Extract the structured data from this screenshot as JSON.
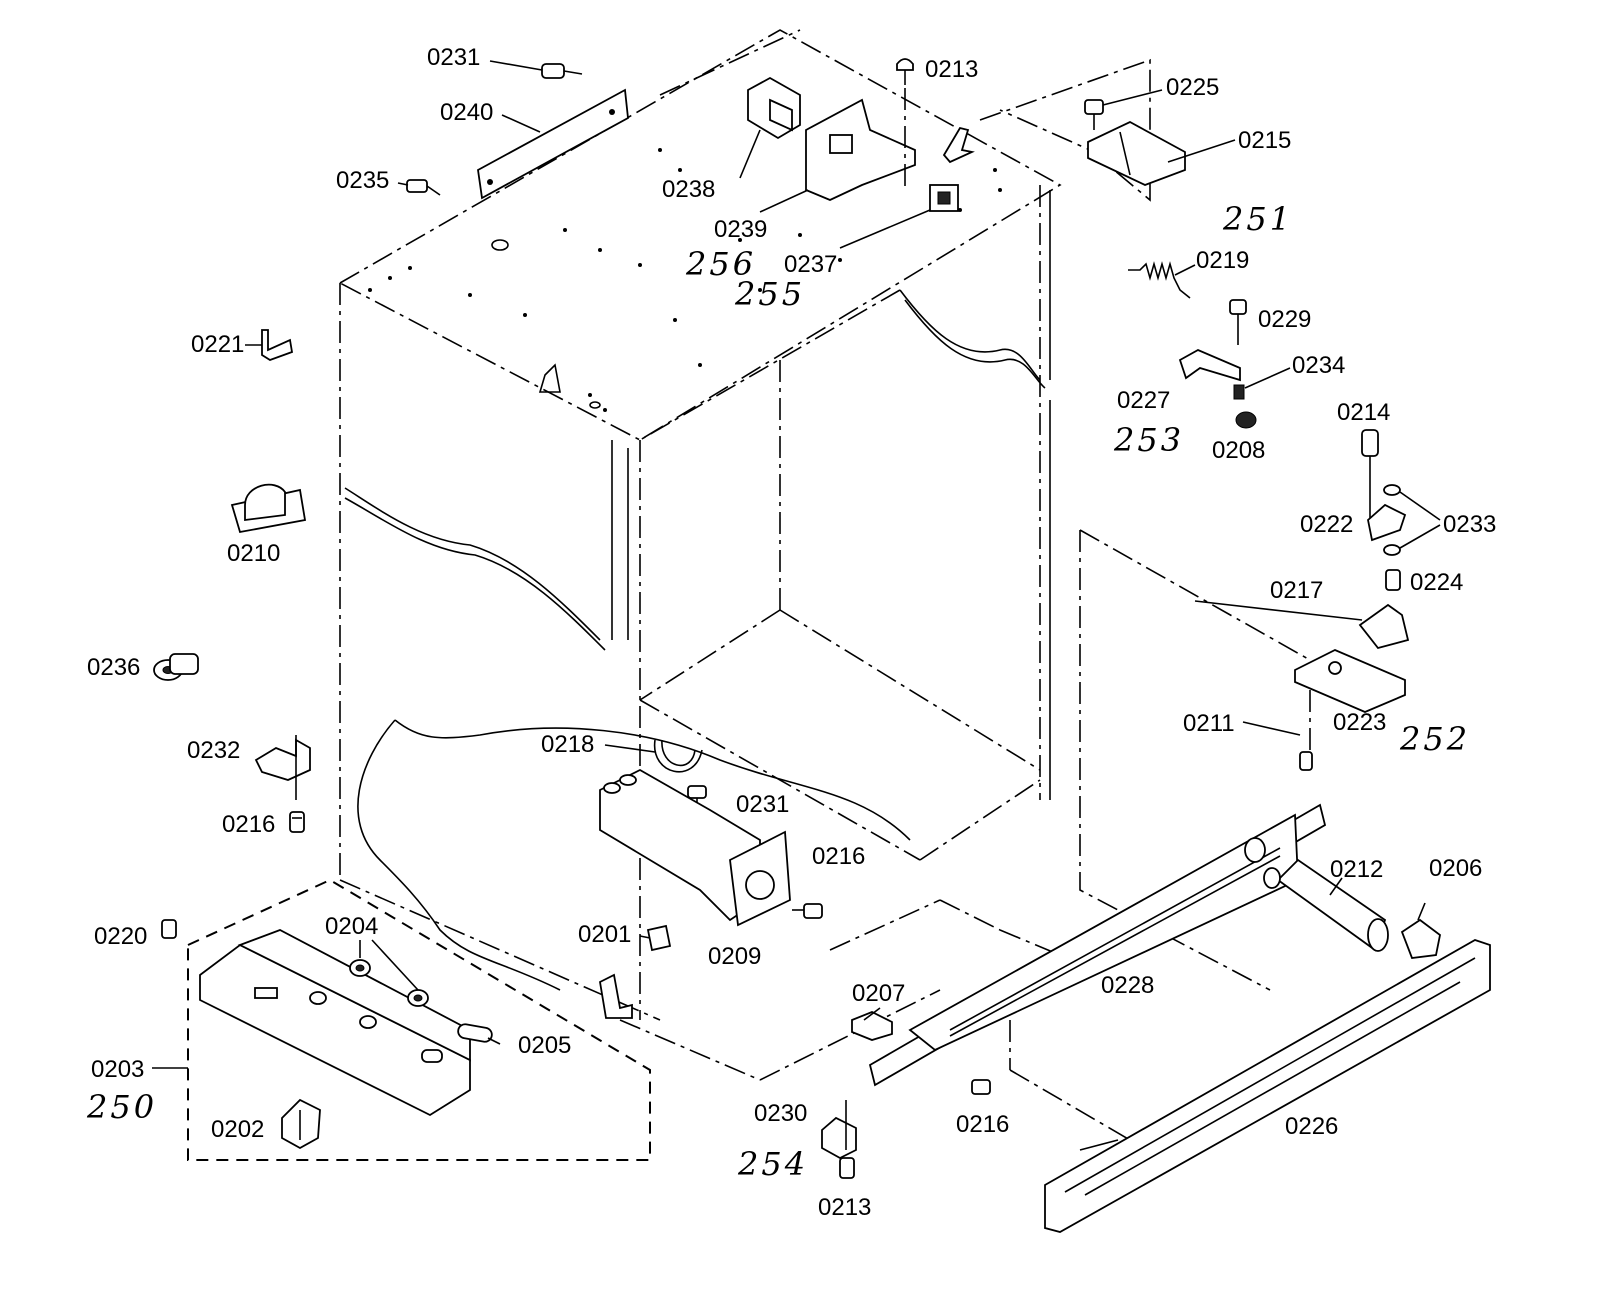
{
  "part_labels": [
    {
      "id": "p0231a",
      "text": "0231"
    },
    {
      "id": "p0240",
      "text": "0240"
    },
    {
      "id": "p0235",
      "text": "0235"
    },
    {
      "id": "p0213a",
      "text": "0213"
    },
    {
      "id": "p0225",
      "text": "0225"
    },
    {
      "id": "p0215",
      "text": "0215"
    },
    {
      "id": "p0238",
      "text": "0238"
    },
    {
      "id": "p0239",
      "text": "0239"
    },
    {
      "id": "p0237",
      "text": "0237"
    },
    {
      "id": "p0221",
      "text": "0221"
    },
    {
      "id": "p0219",
      "text": "0219"
    },
    {
      "id": "p0229",
      "text": "0229"
    },
    {
      "id": "p0234",
      "text": "0234"
    },
    {
      "id": "p0227",
      "text": "0227"
    },
    {
      "id": "p0208",
      "text": "0208"
    },
    {
      "id": "p0214",
      "text": "0214"
    },
    {
      "id": "p0222",
      "text": "0222"
    },
    {
      "id": "p0233",
      "text": "0233"
    },
    {
      "id": "p0224",
      "text": "0224"
    },
    {
      "id": "p0217",
      "text": "0217"
    },
    {
      "id": "p0210",
      "text": "0210"
    },
    {
      "id": "p0236",
      "text": "0236"
    },
    {
      "id": "p0223",
      "text": "0223"
    },
    {
      "id": "p0211",
      "text": "0211"
    },
    {
      "id": "p0218",
      "text": "0218"
    },
    {
      "id": "p0232",
      "text": "0232"
    },
    {
      "id": "p0231b",
      "text": "0231"
    },
    {
      "id": "p0216a",
      "text": "0216"
    },
    {
      "id": "p0216b",
      "text": "0216"
    },
    {
      "id": "p0220",
      "text": "0220"
    },
    {
      "id": "p0204",
      "text": "0204"
    },
    {
      "id": "p0201",
      "text": "0201"
    },
    {
      "id": "p0209",
      "text": "0209"
    },
    {
      "id": "p0212",
      "text": "0212"
    },
    {
      "id": "p0206",
      "text": "0206"
    },
    {
      "id": "p0228",
      "text": "0228"
    },
    {
      "id": "p0207",
      "text": "0207"
    },
    {
      "id": "p0205",
      "text": "0205"
    },
    {
      "id": "p0203",
      "text": "0203"
    },
    {
      "id": "p0202",
      "text": "0202"
    },
    {
      "id": "p0230",
      "text": "0230"
    },
    {
      "id": "p0216c",
      "text": "0216"
    },
    {
      "id": "p0226",
      "text": "0226"
    },
    {
      "id": "p0213b",
      "text": "0213"
    }
  ],
  "group_labels": [
    {
      "id": "g251",
      "text": "251"
    },
    {
      "id": "g256",
      "text": "256"
    },
    {
      "id": "g255",
      "text": "255"
    },
    {
      "id": "g253",
      "text": "253"
    },
    {
      "id": "g252",
      "text": "252"
    },
    {
      "id": "g250",
      "text": "250"
    },
    {
      "id": "g254",
      "text": "254"
    }
  ]
}
